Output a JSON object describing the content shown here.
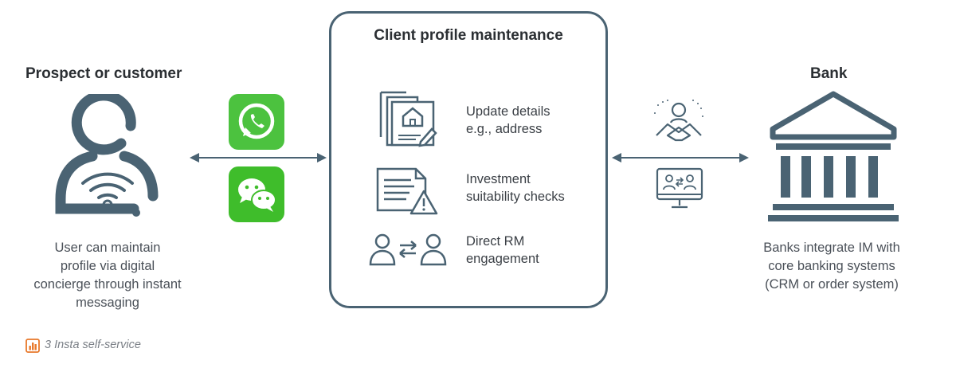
{
  "prospect": {
    "title": "Prospect or customer",
    "caption_lines": [
      "User can maintain",
      "profile via digital",
      "concierge through instant",
      "messaging"
    ]
  },
  "messaging_apps": [
    {
      "name": "whatsapp-icon",
      "color": "#4cc23f"
    },
    {
      "name": "wechat-icon",
      "color": "#3fbd2b"
    }
  ],
  "center": {
    "title": "Client profile maintenance",
    "items": [
      {
        "icon": "document-house-icon",
        "lines": [
          "Update details",
          "e.g., address"
        ]
      },
      {
        "icon": "document-warning-icon",
        "lines": [
          "Investment",
          "suitability checks"
        ]
      },
      {
        "icon": "people-exchange-icon",
        "lines": [
          "Direct RM",
          "engagement"
        ]
      }
    ]
  },
  "bank": {
    "title": "Bank",
    "caption_lines": [
      "Banks integrate IM with",
      "core banking systems",
      "(CRM or order system)"
    ]
  },
  "footer": {
    "label": "3 Insta self-service",
    "icon": "bar-chart-icon",
    "accent": "#e8782a"
  },
  "colors": {
    "icon_slate": "#4a6373",
    "arrow": "#4a6373"
  }
}
